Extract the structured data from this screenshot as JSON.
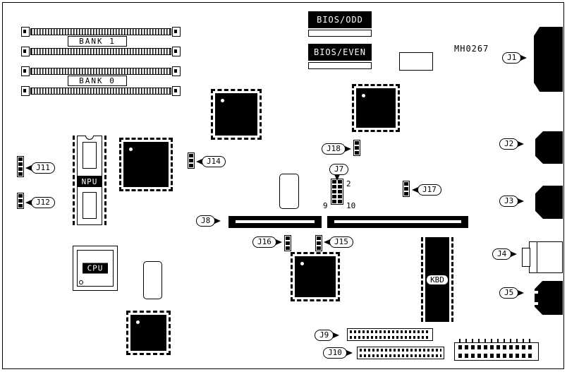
{
  "part_number": "MH0267",
  "banks": {
    "bank1": "BANK 1",
    "bank0": "BANK 0"
  },
  "chips": {
    "bios_odd": "BIOS/ODD",
    "bios_even": "BIOS/EVEN",
    "npu": "NPU",
    "cpu": "CPU",
    "kbd": "KBD"
  },
  "connectors": {
    "j1": "J1",
    "j2": "J2",
    "j3": "J3",
    "j4": "J4",
    "j5": "J5",
    "j7": "J7",
    "j8": "J8",
    "j9": "J9",
    "j10": "J10",
    "j11": "J11",
    "j12": "J12",
    "j14": "J14",
    "j15": "J15",
    "j16": "J16",
    "j17": "J17",
    "j18": "J18"
  },
  "j7_pins": {
    "pin2": "2",
    "pin9": "9",
    "pin10": "10"
  }
}
